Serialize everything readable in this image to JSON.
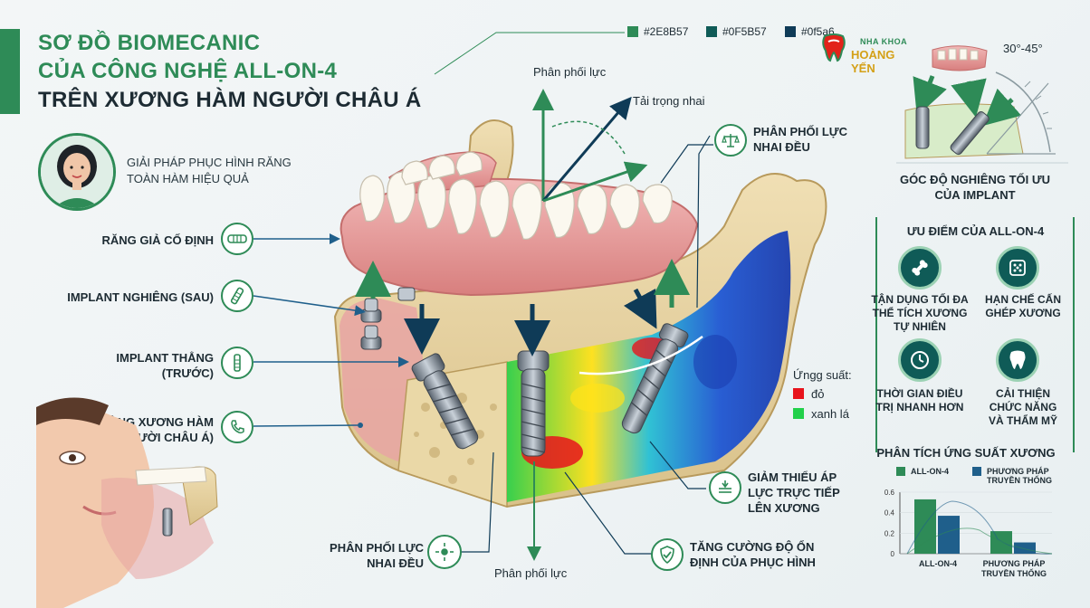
{
  "title": {
    "line1": "SƠ ĐỒ BIOMECANIC",
    "line2": "CỦA CÔNG NGHỆ ALL-ON-4",
    "line3": "TRÊN XƯƠNG HÀM NGƯỜI CHÂU Á"
  },
  "intro": "GIẢI PHÁP PHỤC HÌNH RĂNG TOÀN HÀM HIỆU QUẢ",
  "swatches": [
    {
      "label": "#2E8B57",
      "color": "#2E8B57"
    },
    {
      "label": "#0F5B57",
      "color": "#0F5B57"
    },
    {
      "label": "#0f5a6",
      "color": "#0F3B57"
    }
  ],
  "logo": {
    "line1": "NHA KHOA",
    "line2": "HOÀNG YẾN"
  },
  "left_labels": {
    "fixed_teeth": "RĂNG GIẢ CỐ ĐỊNH",
    "tilted_implant": "IMPLANT NGHIÊNG (SAU)",
    "straight_implant_1": "IMPLANT THẲNG",
    "straight_implant_2": "(TRƯỚC)",
    "jaw_bone_1": "VÙNG XƯƠNG HÀM",
    "jaw_bone_2": "(NGƯỜI CHÂU Á)"
  },
  "forces": {
    "distribution_top": "Phân phối lực",
    "chewing_load": "Tải trọng nhai",
    "distribution_bottom": "Phân phối lực"
  },
  "right_labels": {
    "even_force_1": "PHÂN PHỐI LỰC",
    "even_force_2": "NHAI ĐỀU",
    "reduce_pressure_1": "GIẢM THIỂU ÁP",
    "reduce_pressure_2": "LỰC TRỰC TIẾP",
    "reduce_pressure_3": "LÊN XƯƠNG",
    "stability_1": "TĂNG CƯỜNG ĐỘ ỔN",
    "stability_2": "ĐỊNH CỦA PHỤC HÌNH",
    "bottom_force_1": "PHÂN PHỐI LỰC",
    "bottom_force_2": "NHAI ĐỀU"
  },
  "stress_legend": {
    "title": "Ứngg suất:",
    "red": "đỏ",
    "green": "xanh lá",
    "red_color": "#e8141c",
    "green_color": "#22d04a"
  },
  "angle_panel": {
    "angle": "30°-45°",
    "caption_1": "GÓC ĐỘ NGHIÊNG TỐI ƯU",
    "caption_2": "CỦA IMPLANT"
  },
  "advantages": {
    "title": "ƯU ĐIỂM CỦA ALL-ON-4",
    "items": [
      {
        "icon": "bone-icon",
        "line1": "TẬN DỤNG TỐI ĐA",
        "line2": "THỂ TÍCH XƯƠNG",
        "line3": "TỰ NHIÊN"
      },
      {
        "icon": "bone-graft-icon",
        "line1": "HẠN CHẾ CẤN",
        "line2": "GHÉP XƯƠNG",
        "line3": ""
      },
      {
        "icon": "clock-icon",
        "line1": "THỜI GIAN ĐIỀU",
        "line2": "TRỊ NHANH HƠN",
        "line3": ""
      },
      {
        "icon": "tooth-icon",
        "line1": "CẢI THIỆN",
        "line2": "CHỨC NĂNG",
        "line3": "VÀ THẨM MỸ"
      }
    ]
  },
  "chart_data": {
    "type": "bar",
    "title": "PHÂN TÍCH ỨNG SUẤT XƯƠNG",
    "categories": [
      "ALL-ON-4",
      "PHƯƠNG PHÁP TRUYỀN THỐNG"
    ],
    "series": [
      {
        "name": "ALL-ON-4",
        "color": "#2E8B57",
        "values": [
          0.53,
          0.22
        ]
      },
      {
        "name": "PHƯƠNG PHÁP TRUYỀN THỐNG",
        "color": "#1F5F8B",
        "values": [
          0.37,
          0.11
        ]
      }
    ],
    "yticks": [
      "0",
      "0.2",
      "0.4",
      "0.6"
    ],
    "ylim": [
      0,
      0.6
    ],
    "legend": "top"
  }
}
